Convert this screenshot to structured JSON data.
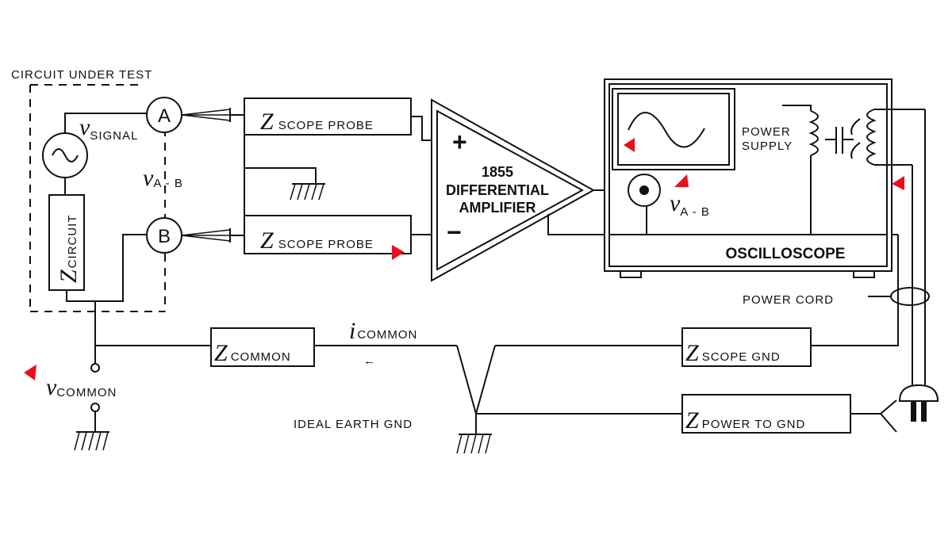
{
  "labels": {
    "circuit_under_test": "CIRCUIT UNDER TEST",
    "v_signal_var": "v",
    "v_signal_sub": "SIGNAL",
    "v_ab_left_var": "v",
    "v_ab_left_sub": "A - B",
    "node_a": "A",
    "node_b": "B",
    "z_circuit_z": "Z",
    "z_circuit_sub": "CIRCUIT",
    "probe_top_z": "Z",
    "probe_top_sub": "SCOPE PROBE",
    "probe_bottom_z": "Z",
    "probe_bottom_sub": "SCOPE PROBE",
    "plus_sign": "+",
    "minus_sign": "−",
    "amp_line1": "1855",
    "amp_line2": "DIFFERENTIAL",
    "amp_line3": "AMPLIFIER",
    "power_supply_line1": "POWER",
    "power_supply_line2": "SUPPLY",
    "v_ab_right_var": "v",
    "v_ab_right_sub": "A - B",
    "oscilloscope": "OSCILLOSCOPE",
    "power_cord": "POWER CORD",
    "i_common_var": "i",
    "i_common_sub": "COMMON",
    "arrow_left": "←",
    "z_common_z": "Z",
    "z_common_sub": "COMMON",
    "z_scope_gnd_z": "Z",
    "z_scope_gnd_sub": "SCOPE GND",
    "z_power_gnd_z": "Z",
    "z_power_gnd_sub": "POWER TO GND",
    "v_common_var": "v",
    "v_common_sub": "COMMON",
    "ideal_earth_gnd": "IDEAL EARTH GND"
  },
  "colors": {
    "line": "#111111",
    "marker": "#e8101a",
    "background": "#ffffff"
  }
}
